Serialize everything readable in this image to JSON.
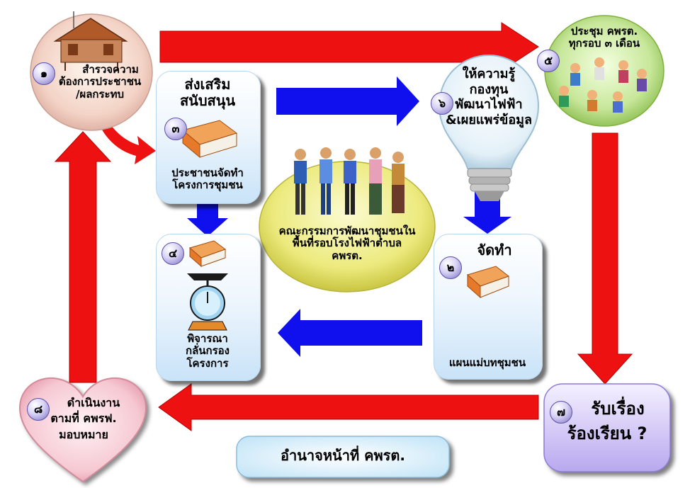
{
  "diagram_title": "อำนาจหน้าที่ คพรต.",
  "nodes": {
    "survey": {
      "number": "๑",
      "lines": [
        "สำรวจความ",
        "ต้องการประชาชน",
        "/ผลกระทบ"
      ]
    },
    "plan": {
      "number": "๒",
      "title": "จัดทำ",
      "caption": "แผนแม่บทชุมชน"
    },
    "promote": {
      "number": "๓",
      "title_lines": [
        "ส่งเสริม",
        "สนับสนุน"
      ],
      "caption_lines": [
        "ประชาชนจัดทำ",
        "โครงการชุมชน"
      ]
    },
    "screen": {
      "number": "๔",
      "caption_lines": [
        "พิจารณา",
        "กลั่นกรอง",
        "โครงการ"
      ]
    },
    "meeting": {
      "number": "๕",
      "lines": [
        "ประชุม คพรต.",
        "ทุกรอบ ๓ เดือน"
      ]
    },
    "knowledge": {
      "number": "๖",
      "lines": [
        "ให้ความรู้",
        "กองทุน",
        "พัฒนาไฟฟ้า",
        "&เผยแพร่ข้อมูล"
      ]
    },
    "complaint": {
      "number": "๗",
      "lines": [
        "รับเรื่อง",
        "ร้องเรียน ?"
      ]
    },
    "execute": {
      "number": "๘",
      "lines": [
        "ดำเนินงาน",
        "ตามที่ คพรฟ.",
        "มอบหมาย"
      ]
    },
    "committee": {
      "lines": [
        "คณะกรรมการพัฒนาชุมชนใน",
        "พื้นที่รอบโรงไฟฟ้าตำบล",
        "คพรต."
      ]
    }
  },
  "colors": {
    "red_arrow": "#ee1111",
    "blue_arrow": "#1010ee",
    "box_fill": "#dbeefb",
    "complaint_fill": "#c9bcf3",
    "heart_fill": "#f7c9d3",
    "meeting_fill": "#b5dd7a",
    "committee_fill": "#e9e872",
    "bulb_fill": "#dcecf5"
  }
}
